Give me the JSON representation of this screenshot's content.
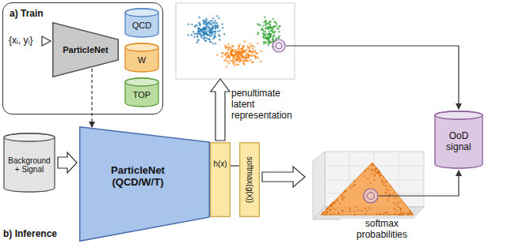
{
  "diagram": {
    "nodes": [
      {
        "text": [
          "a) Train"
        ]
      },
      {
        "text": [
          "ParticleNet"
        ],
        "in": 0
      },
      {
        "text": [
          "QCD"
        ],
        "in": 0
      },
      {
        "text": [
          "W"
        ],
        "in": 0
      },
      {
        "text": [
          "TOP"
        ],
        "in": 0
      },
      {
        "text": [
          "Background + Signal"
        ]
      },
      {
        "text": [
          "ParticleNet (QCD/W/T)"
        ]
      },
      {
        "text": [
          "h(x)"
        ]
      },
      {
        "text": [
          "softmax(g(x))"
        ]
      },
      {
        "text": [
          "OoD signal"
        ]
      }
    ],
    "edges": [
      {
        "from": 1,
        "to": 6,
        "arrow": "to"
      },
      {
        "from": 5,
        "to": 6,
        "arrow": "to"
      },
      {
        "from": 7,
        "to": 8,
        "arrow": "none"
      }
    ],
    "labels": [
      "{xᵢ, yᵢ}",
      "penultimate latent representation",
      "softmax probabilities",
      "b) Inference"
    ]
  }
}
